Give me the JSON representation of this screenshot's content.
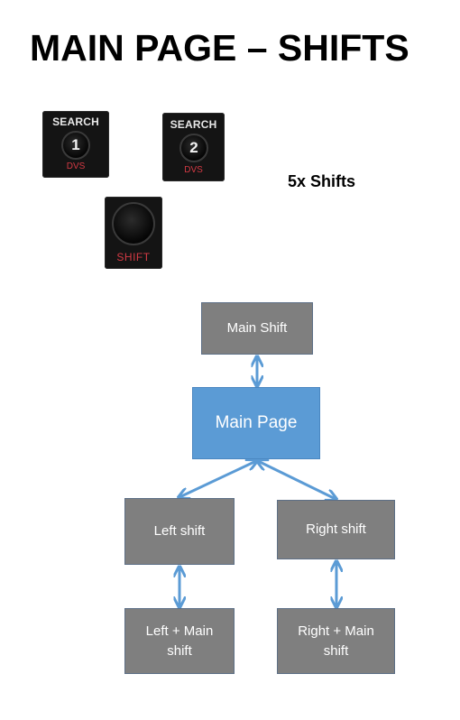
{
  "title": "MAIN PAGE – SHIFTS",
  "subtitle": "5x Shifts",
  "controls": {
    "search1": {
      "top": "SEARCH",
      "number": "1",
      "bottom": "DVS"
    },
    "search2": {
      "top": "SEARCH",
      "number": "2",
      "bottom": "DVS"
    },
    "shift": {
      "bottom": "SHIFT"
    }
  },
  "nodes": {
    "main_shift": "Main Shift",
    "main_page": "Main Page",
    "left_shift": "Left shift",
    "right_shift": "Right shift",
    "left_main": "Left + Main shift",
    "right_main": "Right + Main shift"
  },
  "colors": {
    "node_fill": "#7f7f7f",
    "main_fill": "#5b9bd5",
    "arrow": "#5b9bd5",
    "shift_label": "#d43a44"
  }
}
